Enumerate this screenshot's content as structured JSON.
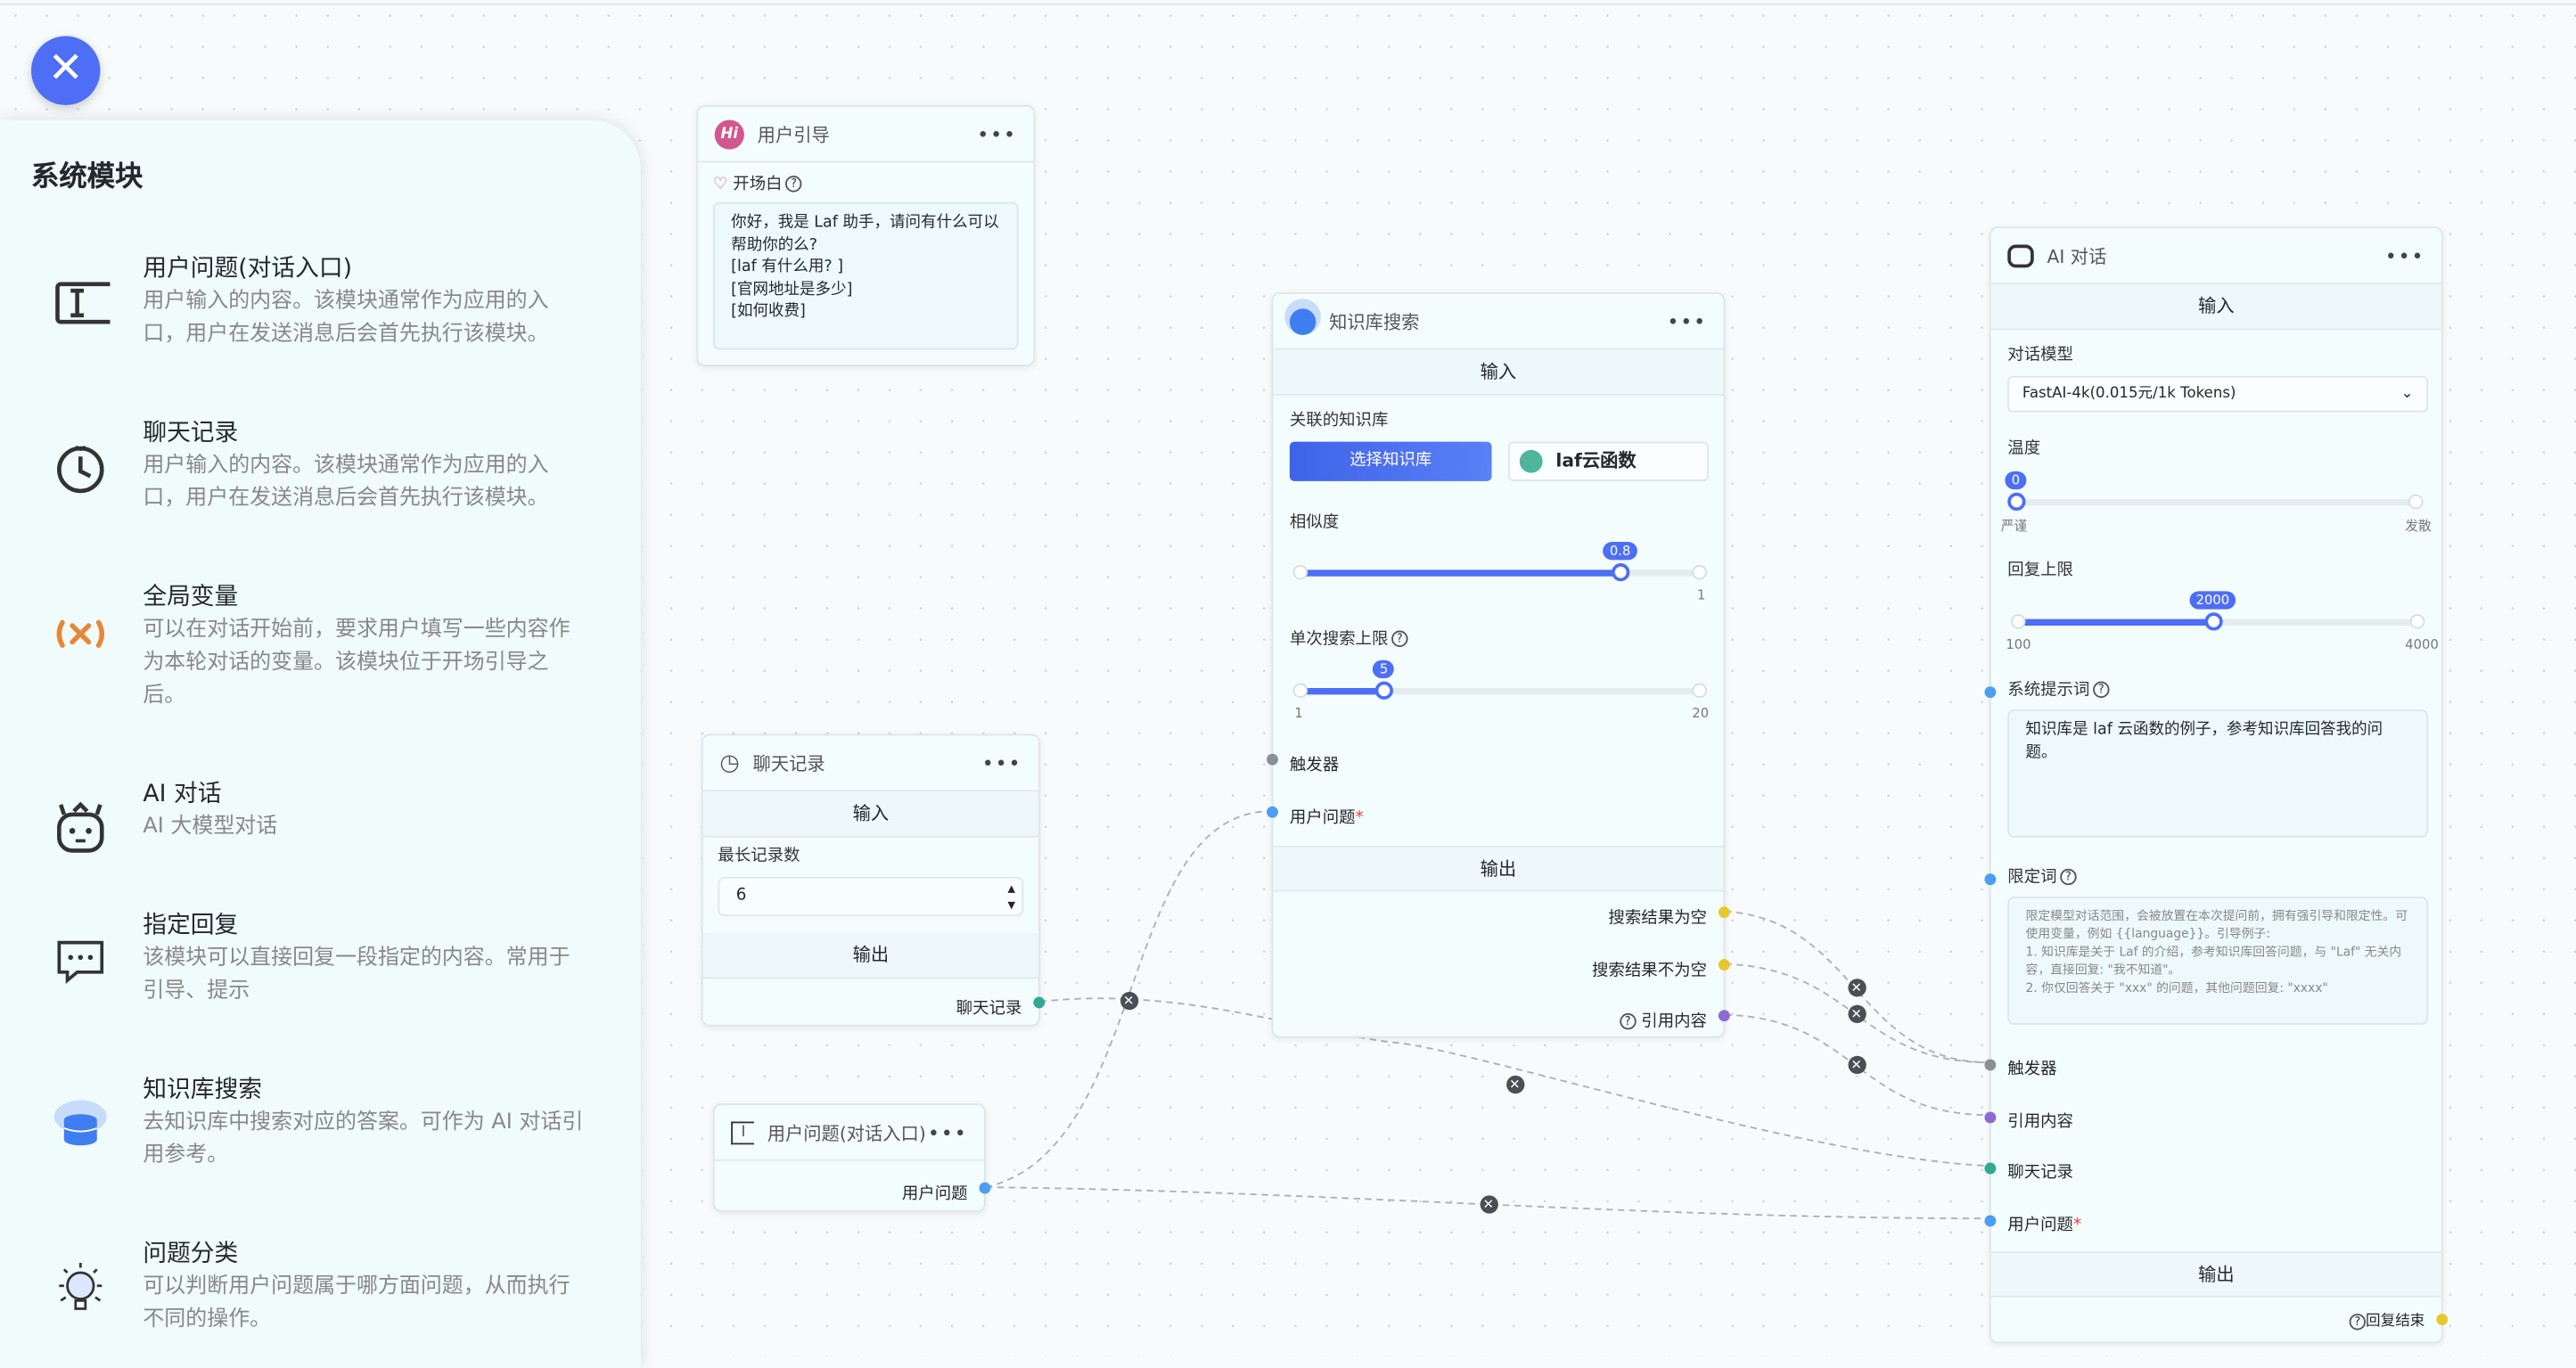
{
  "close_button": {
    "icon": "close-icon",
    "symbol": "✕"
  },
  "sidebar": {
    "title": "系统模块",
    "modules": [
      {
        "title": "用户问题(对话入口)",
        "desc": "用户输入的内容。该模块通常作为应用的入口，用户在发送消息后会首先执行该模块。",
        "icon": "text-cursor-icon"
      },
      {
        "title": "聊天记录",
        "desc": "用户输入的内容。该模块通常作为应用的入口，用户在发送消息后会首先执行该模块。",
        "icon": "clock-icon"
      },
      {
        "title": "全局变量",
        "desc": "可以在对话开始前，要求用户填写一些内容作为本轮对话的变量。该模块位于开场引导之后。",
        "icon": "variable-icon"
      },
      {
        "title": "AI 对话",
        "desc": "AI 大模型对话",
        "icon": "robot-icon"
      },
      {
        "title": "指定回复",
        "desc": "该模块可以直接回复一段指定的内容。常用于引导、提示",
        "icon": "chat-bubble-icon"
      },
      {
        "title": "知识库搜索",
        "desc": "去知识库中搜索对应的答案。可作为 AI 对话引用参考。",
        "icon": "database-icon"
      },
      {
        "title": "问题分类",
        "desc": "可以判断用户问题属于哪方面问题，从而执行不同的操作。",
        "icon": "lightbulb-icon"
      }
    ]
  },
  "nodes": {
    "user_guide": {
      "title": "用户引导",
      "icon_text": "Hi",
      "more": "•••",
      "welcome_label": "开场白",
      "welcome_text": "你好，我是 Laf 助手，请问有什么可以帮助你的么?\n[laf 有什么用? ]\n[官网地址是多少]\n[如何收费]"
    },
    "chat_history": {
      "title": "聊天记录",
      "more": "•••",
      "input_section": "输入",
      "max_label": "最长记录数",
      "max_value": "6",
      "output_section": "输出",
      "output_label": "聊天记录"
    },
    "user_question": {
      "title": "用户问题(对话入口)",
      "more": "•••",
      "output_label": "用户问题"
    },
    "kb_search": {
      "title": "知识库搜索",
      "more": "•••",
      "input_section": "输入",
      "kb_label": "关联的知识库",
      "select_button": "选择知识库",
      "kb_name": "laf云函数",
      "similarity_label": "相似度",
      "similarity": {
        "value": 0.8,
        "min": 0,
        "max": 1,
        "value_label": "0.8",
        "max_label": "1"
      },
      "limit_label": "单次搜索上限",
      "limit": {
        "value": 5,
        "min": 1,
        "max": 20,
        "value_label": "5",
        "min_label": "1",
        "max_label": "20"
      },
      "trigger_label": "触发器",
      "question_label": "用户问题",
      "output_section": "输出",
      "outputs": [
        "搜索结果为空",
        "搜索结果不为空",
        "引用内容"
      ]
    },
    "ai_chat": {
      "title": "AI 对话",
      "more": "•••",
      "input_section": "输入",
      "model_label": "对话模型",
      "model_value": "FastAI-4k(0.015元/1k Tokens)",
      "temp_label": "温度",
      "temp": {
        "value": 0,
        "min": 0,
        "max": 10,
        "value_label": "0",
        "min_label": "严谨",
        "max_label": "发散"
      },
      "max_label": "回复上限",
      "max_tokens": {
        "value": 2000,
        "min": 100,
        "max": 4000,
        "value_label": "2000",
        "min_label": "100",
        "max_label": "4000"
      },
      "system_label": "系统提示词",
      "system_text": "知识库是 laf 云函数的例子，参考知识库回答我的问题。",
      "limit_label": "限定词",
      "limit_placeholder": "限定模型对话范围，会被放置在本次提问前，拥有强引导和限定性。可使用变量，例如 {{language}}。引导例子:\n1. 知识库是关于 Laf 的介绍，参考知识库回答问题，与 \"Laf\" 无关内容，直接回复: \"我不知道\"。\n2. 你仅回答关于 \"xxx\" 的问题，其他问题回复: \"xxxx\"",
      "inputs": [
        "触发器",
        "引用内容",
        "聊天记录",
        "用户问题"
      ],
      "output_section": "输出",
      "output_label": "回复结束"
    }
  },
  "colors": {
    "accent": "#4d6ef5",
    "port_gray": "#8a9096",
    "port_yellow": "#e8c82e",
    "port_purple": "#8e6bd1",
    "port_teal": "#32a895",
    "port_blue": "#4d9ef0"
  }
}
